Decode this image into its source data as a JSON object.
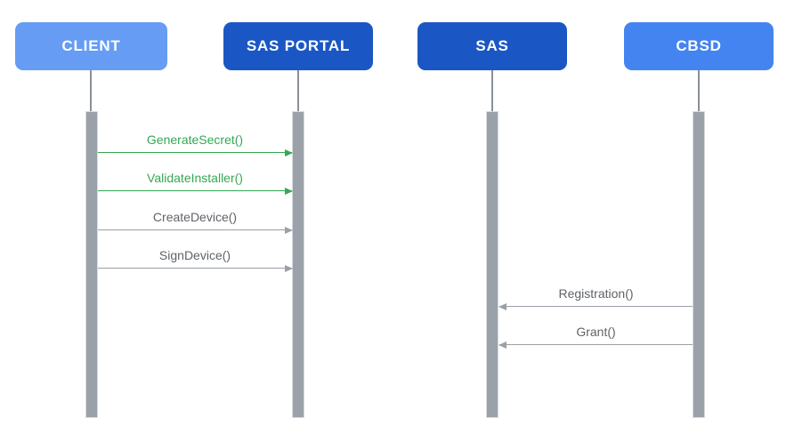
{
  "diagram": {
    "type": "sequence-diagram",
    "actors": [
      {
        "id": "client",
        "label": "CLIENT",
        "fill": "#669CF4",
        "text_color": "#FFFFFF"
      },
      {
        "id": "sas-portal",
        "label": "SAS PORTAL",
        "fill": "#1B57C4",
        "text_color": "#FFFFFF"
      },
      {
        "id": "sas",
        "label": "SAS",
        "fill": "#1B57C4",
        "text_color": "#FFFFFF"
      },
      {
        "id": "cbsd",
        "label": "CBSD",
        "fill": "#4484F0",
        "text_color": "#FFFFFF"
      }
    ],
    "messages": [
      {
        "label": "GenerateSecret()",
        "from": "client",
        "to": "sas-portal",
        "direction": "right",
        "color": "#34A853"
      },
      {
        "label": "ValidateInstaller()",
        "from": "client",
        "to": "sas-portal",
        "direction": "right",
        "color": "#34A853"
      },
      {
        "label": "CreateDevice()",
        "from": "client",
        "to": "sas-portal",
        "direction": "right",
        "color": "#9AA0A6"
      },
      {
        "label": "SignDevice()",
        "from": "client",
        "to": "sas-portal",
        "direction": "right",
        "color": "#9AA0A6"
      },
      {
        "label": "Registration()",
        "from": "cbsd",
        "to": "sas",
        "direction": "left",
        "color": "#9AA0A6"
      },
      {
        "label": "Grant()",
        "from": "cbsd",
        "to": "sas",
        "direction": "left",
        "color": "#9AA0A6"
      }
    ],
    "colors": {
      "background": "#FFFFFF",
      "actor_light_blue": "#669CF4",
      "actor_medium_blue": "#4484F0",
      "actor_dark_blue": "#1B57C4",
      "message_green": "#34A853",
      "message_gray_text": "#5F6368",
      "arrow_gray": "#9AA0A6",
      "activation_bar_gray": "#9BA1A8",
      "lifeline_stem_gray": "#8A9096"
    }
  }
}
